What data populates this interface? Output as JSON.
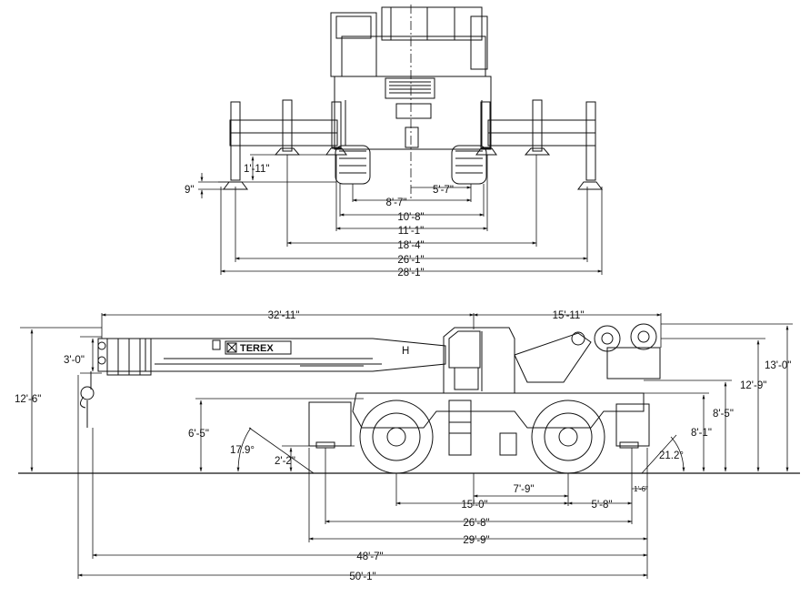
{
  "brand": {
    "logo_text": "TEREX"
  },
  "boom_marking": "H",
  "front_view": {
    "dimensions": {
      "outrigger_lift": "1'-11\"",
      "float_height": "9\"",
      "center_offset": "5'-7\"",
      "tire_track": "8'-7\"",
      "tire_outside_width": "10'-8\"",
      "carrier_width": "11'-1\"",
      "outrigger_retracted_span": "18'-4\"",
      "outrigger_extended_span": "26'-1\"",
      "overall_beam_width": "28'-1\""
    }
  },
  "side_view": {
    "dimensions": {
      "boom_length_front": "32'-11\"",
      "rear_overhang_top": "15'-11\"",
      "boom_nose_height": "3'-0\"",
      "overall_height": "12'-6\"",
      "boom_pivot_height": "6'-5\"",
      "approach_angle": "17.9°",
      "ground_clearance": "2'-2\"",
      "cab_top_height": "13'-0\"",
      "counterweight_top_height": "12'-9\"",
      "deck_height": "8'-5\"",
      "rear_deck_height": "8'-1\"",
      "departure_angle": "21.2°",
      "outrigger_rear_offset": "1'-6\"",
      "axle_to_center": "7'-9\"",
      "center_to_rear": "5'-8\"",
      "wheelbase": "15'-0\"",
      "outrigger_base_length": "26'-8\"",
      "carrier_length": "29'-9\"",
      "overall_length_boom": "48'-7\"",
      "overall_length_hook": "50'-1\""
    }
  }
}
